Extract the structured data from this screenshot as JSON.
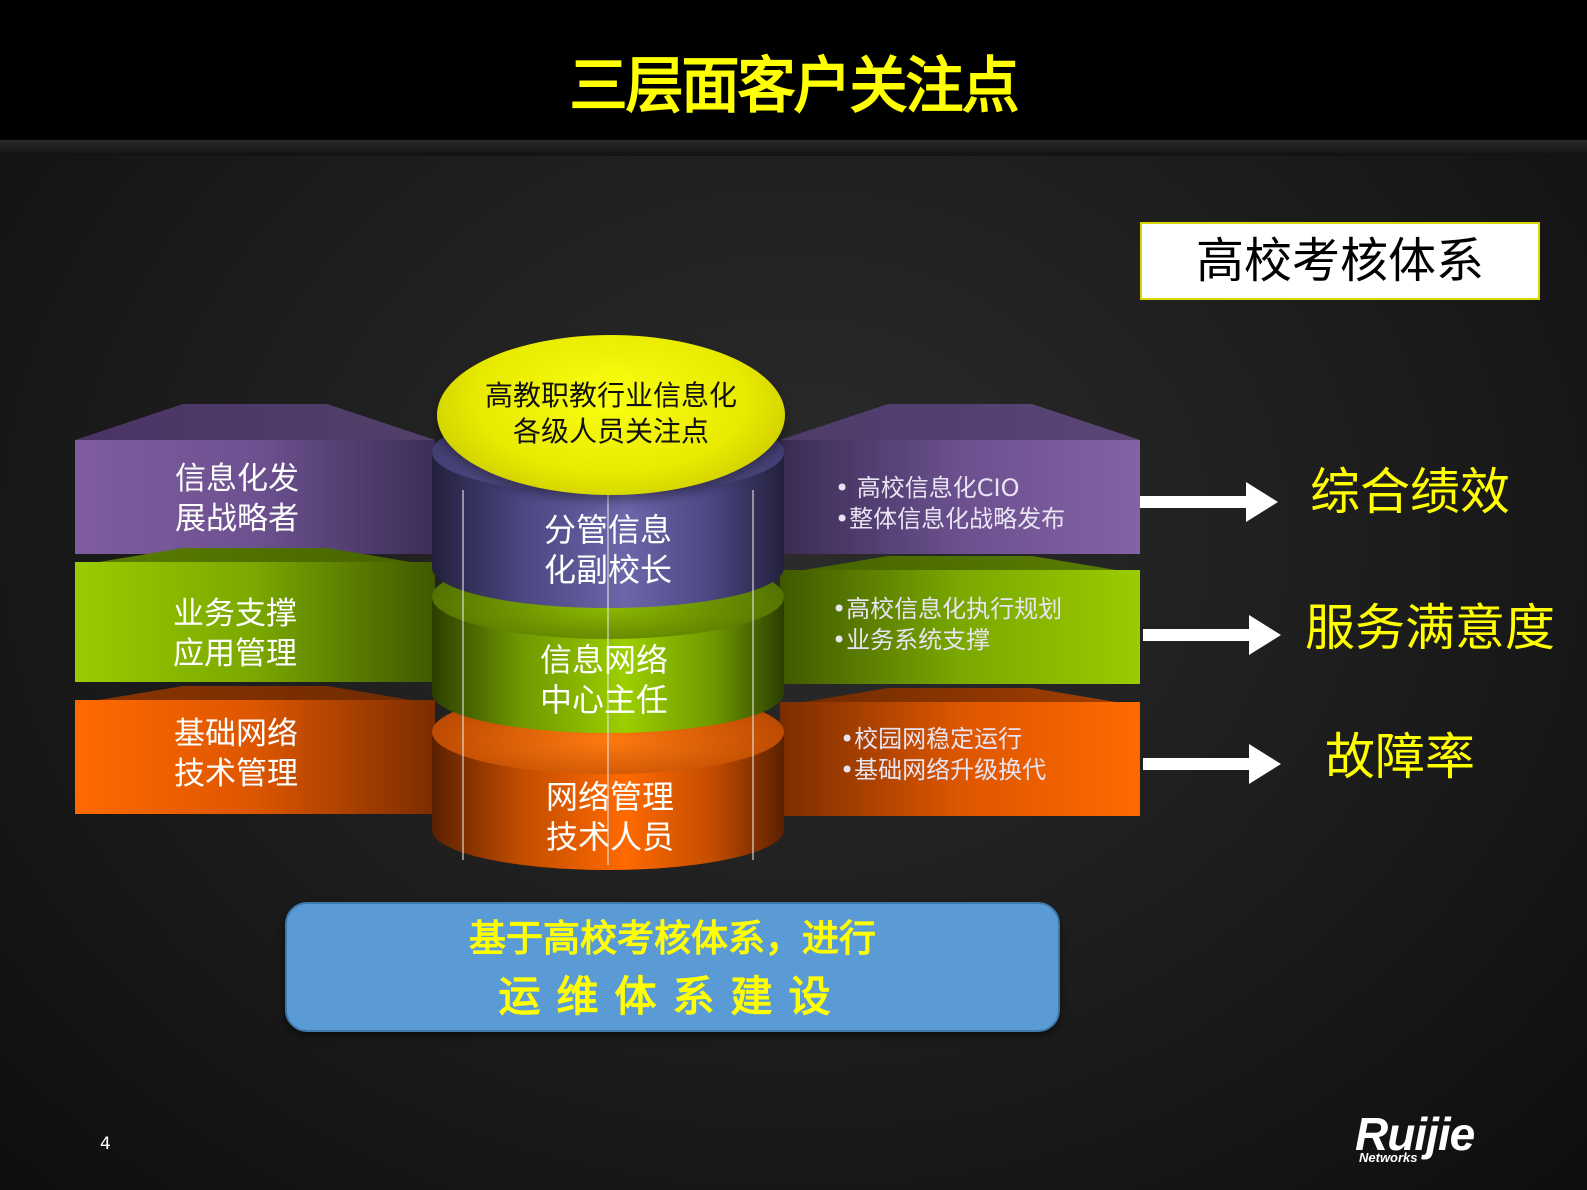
{
  "title": "三层面客户关注点",
  "center": {
    "top_label_line1": "高教职教行业信息化",
    "top_label_line2": "各级人员关注点"
  },
  "layers": [
    {
      "name": "strategy",
      "color": "#7a5a98",
      "left_line1": "信息化发",
      "left_line2": "展战略者",
      "center_line1": "分管信息",
      "center_line2": "化副校长",
      "right_line1": "• 高校信息化CIO",
      "right_line2": "•整体信息化战略发布",
      "kpi": "综合绩效"
    },
    {
      "name": "business",
      "color": "#8fc400",
      "left_line1": "业务支撑",
      "left_line2": "应用管理",
      "center_line1": "信息网络",
      "center_line2": "中心主任",
      "right_line1": "•高校信息化执行规划",
      "right_line2": "•业务系统支撑",
      "kpi": "服务满意度"
    },
    {
      "name": "infrastructure",
      "color": "#f56500",
      "left_line1": "基础网络",
      "left_line2": "技术管理",
      "center_line1": "网络管理",
      "center_line2": "技术人员",
      "right_line1": "•校园网稳定运行",
      "right_line2": "•基础网络升级换代",
      "kpi": "故障率"
    }
  ],
  "kpi_header": "高校考核体系",
  "bottom": {
    "line1": "基于高校考核体系，进行",
    "line2": "运维体系建设"
  },
  "page_number": "4",
  "logo": {
    "brand": "Ruijie",
    "sub": "Networks"
  }
}
